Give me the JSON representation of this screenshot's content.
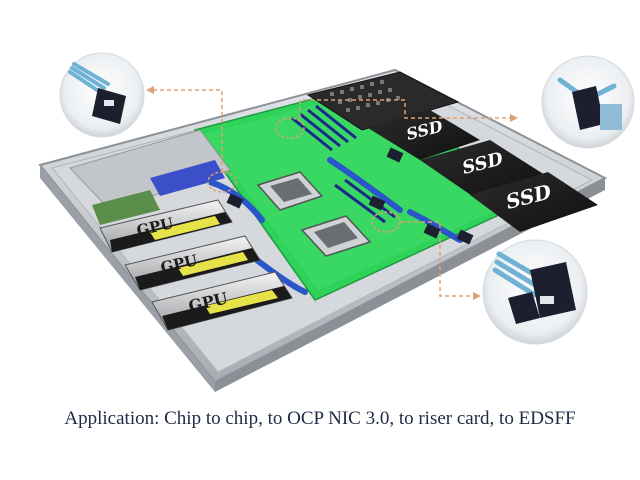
{
  "components": {
    "gpu_label": "GPU",
    "ssd_label": "SSD"
  },
  "caption": "Application: Chip to chip, to OCP NIC 3.0, to riser card, to EDSFF",
  "colors": {
    "board": "#2fd35a",
    "chassis": "#c9cdd2",
    "connector": "#1b1f2e",
    "cable": "#2a56c9",
    "callout_line": "#e0a070",
    "cable_callout": "#6fb2d4"
  },
  "icons": [
    "server-chassis-icon",
    "gpu-card-icon",
    "ssd-drive-icon",
    "cpu-socket-icon",
    "cable-connector-icon"
  ]
}
